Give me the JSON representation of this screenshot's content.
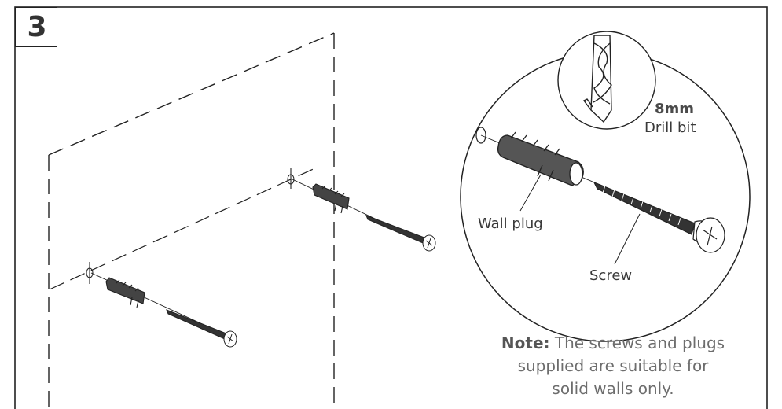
{
  "step": {
    "number": "3"
  },
  "labels": {
    "drill_size": "8mm",
    "drill_text": "Drill bit",
    "wall_plug": "Wall plug",
    "screw": "Screw"
  },
  "note": {
    "prefix": "Note:",
    "line1": " The screws and plugs",
    "line2": "supplied are suitable for",
    "line3": "solid walls only."
  }
}
